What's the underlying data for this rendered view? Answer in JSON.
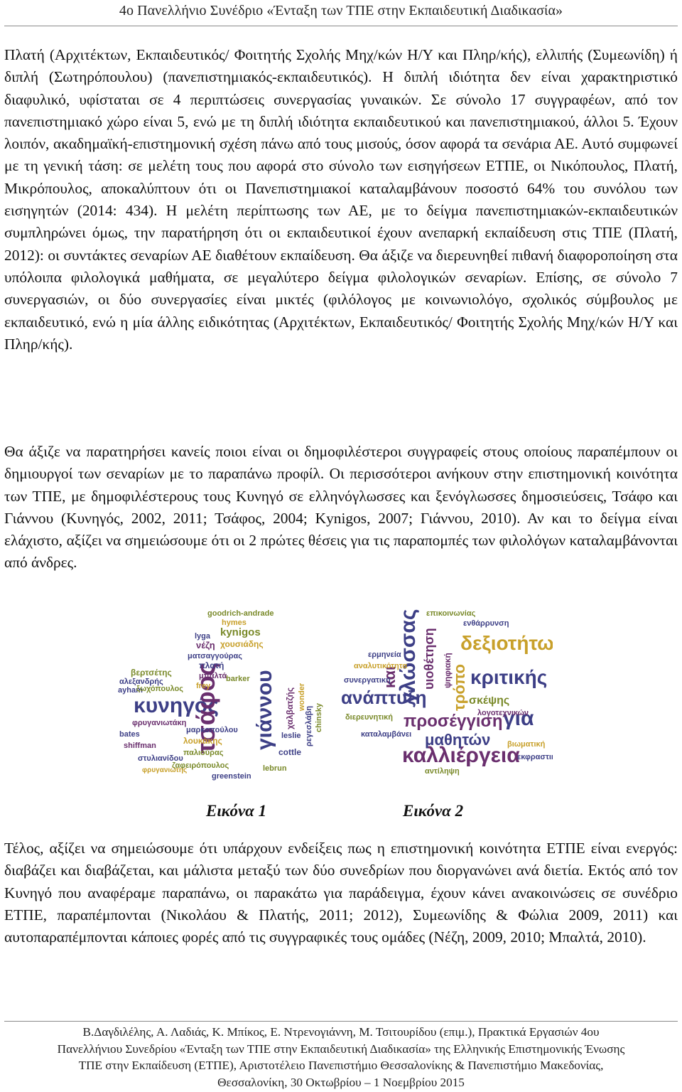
{
  "header": {
    "title": "4ο Πανελλήνιο Συνέδριο «Ένταξη των ΤΠΕ στην Εκπαιδευτική Διαδικασία»"
  },
  "paragraphs": [
    "Πλατή (Αρχιτέκτων, Εκπαιδευτικός/ Φοιτητής Σχολής Μηχ/κών Η/Υ και Πληρ/κής), ελλιπής (Συμεωνίδη) ή διπλή (Σωτηρόπουλου) (πανεπιστημιακός-εκπαιδευτικός). Η διπλή ιδιότητα δεν είναι χαρακτηριστικό διαφυλικό, υφίσταται σε 4 περιπτώσεις συνεργασίας γυναικών. Σε σύνολο 17 συγγραφέων, από τον πανεπιστημιακό χώρο είναι 5, ενώ με τη διπλή ιδιότητα εκπαιδευτικού και πανεπιστημιακού, άλλοι 5. Έχουν λοιπόν, ακαδημαϊκή-επιστημονική σχέση πάνω από τους μισούς, όσον αφορά τα σενάρια ΑΕ. Αυτό συμφωνεί με τη γενική τάση: σε μελέτη τους που αφορά στο σύνολο των εισηγήσεων ΕΤΠΕ, οι Νικόπουλος, Πλατή, Μικρόπουλος, αποκαλύπτουν ότι οι Πανεπιστημιακοί καταλαμβάνουν ποσοστό 64% του συνόλου των εισηγητών (2014: 434). Η μελέτη περίπτωσης των ΑΕ, με το δείγμα πανεπιστημιακών-εκπαιδευτικών συμπληρώνει όμως, την παρατήρηση ότι οι εκπαιδευτικοί έχουν ανεπαρκή εκπαίδευση στις ΤΠΕ (Πλατή, 2012): οι συντάκτες σεναρίων ΑΕ διαθέτουν εκπαίδευση. Θα άξιζε να διερευνηθεί πιθανή διαφοροποίηση στα υπόλοιπα φιλολογικά μαθήματα, σε μεγαλύτερο δείγμα φιλολογικών σεναρίων. Επίσης, σε σύνολο 7 συνεργασιών, οι δύο συνεργασίες είναι μικτές (φιλόλογος με κοινωνιολόγο, σχολικός σύμβουλος με εκπαιδευτικό, ενώ η μία άλλης ειδικότητας (Αρχιτέκτων, Εκπαιδευτικός/ Φοιτητής Σχολής Μηχ/κών Η/Υ και Πληρ/κής).",
    "Θα άξιζε να παρατηρήσει κανείς ποιοι είναι οι δημοφιλέστεροι συγγραφείς στους οποίους παραπέμπουν οι δημιουργοί των σεναρίων με το παραπάνω προφίλ. Οι περισσότεροι ανήκουν στην επιστημονική κοινότητα των ΤΠΕ, με δημοφιλέστερους τους Κυνηγό σε ελληνόγλωσσες και ξενόγλωσσες δημοσιεύσεις, Τσάφο και Γιάννου (Κυνηγός, 2002, 2011; Τσάφος, 2004; Kynigos, 2007; Γιάννου, 2010). Αν και το δείγμα είναι ελάχιστο, αξίζει να σημειώσουμε ότι οι 2 πρώτες θέσεις για τις παραπομπές των φιλολόγων καταλαμβάνονται από άνδρες.",
    "Τέλος, αξίζει να σημειώσουμε ότι υπάρχουν ενδείξεις πως η επιστημονική κοινότητα ΕΤΠΕ είναι ενεργός: διαβάζει και διαβάζεται, και μάλιστα μεταξύ των δύο συνεδρίων που διοργανώνει ανά διετία. Εκτός από τον Κυνηγό που αναφέραμε παραπάνω, οι παρακάτω για παράδειγμα, έχουν κάνει ανακοινώσεις σε συνέδριο ΕΤΠΕ, παραπέμπονται (Νικολάου & Πλατής, 2011; 2012), Συμεωνίδης & Φώλια 2009, 2011) και αυτοπαραπέμπονται κάποιες φορές από τις συγγραφικές τους ομάδες (Νέζη, 2009, 2010; Μπαλτά, 2010)."
  ],
  "figures": {
    "caption1": "Εικόνα 1",
    "caption2": "Εικόνα 2"
  },
  "cloud1_words": [
    {
      "t": "κυνηγός",
      "c": "#3d3f86"
    },
    {
      "t": "τσάφος",
      "c": "#6a2f6e"
    },
    {
      "t": "γιάννου",
      "c": "#3d3f86"
    },
    {
      "t": "goodrich-andrade",
      "c": "#7a8a2a"
    },
    {
      "t": "hymes",
      "c": "#c8a02a"
    },
    {
      "t": "kynigos",
      "c": "#7a8a2a"
    },
    {
      "t": "lyga",
      "c": "#3d3f86"
    },
    {
      "t": "νέζη",
      "c": "#6a2f6e"
    },
    {
      "t": "χουσιάδης",
      "c": "#c8a02a"
    },
    {
      "t": "ματσαγγούρας",
      "c": "#3d3f86"
    },
    {
      "t": "πλατή",
      "c": "#3d3f86"
    },
    {
      "t": "barker",
      "c": "#7a8a2a"
    },
    {
      "t": "μπαλτά",
      "c": "#6a2f6e"
    },
    {
      "t": "frey",
      "c": "#c8a02a"
    },
    {
      "t": "βερτσέτης",
      "c": "#7a8a2a"
    },
    {
      "t": "αλεξανδρής",
      "c": "#3d3f86"
    },
    {
      "t": "ayham",
      "c": "#3d3f86"
    },
    {
      "t": "ξωχόπουλος",
      "c": "#7a8a2a"
    },
    {
      "t": "φρυγανιωτάκη",
      "c": "#6a2f6e"
    },
    {
      "t": "μαρκοπούλου",
      "c": "#3d3f86"
    },
    {
      "t": "λουκάκης",
      "c": "#c8a02a"
    },
    {
      "t": "παλιούρας",
      "c": "#7a8a2a"
    },
    {
      "t": "bates",
      "c": "#3d3f86"
    },
    {
      "t": "shiffman",
      "c": "#6a2f6e"
    },
    {
      "t": "στυλιανίδου",
      "c": "#3d3f86"
    },
    {
      "t": "ζαφειρόπουλος",
      "c": "#7a8a2a"
    },
    {
      "t": "φρυγανιώτης",
      "c": "#c8a02a"
    },
    {
      "t": "greenstein",
      "c": "#3d3f86"
    },
    {
      "t": "leslie",
      "c": "#3d3f86"
    },
    {
      "t": "lebrun",
      "c": "#7a8a2a"
    },
    {
      "t": "cottle",
      "c": "#3d3f86"
    },
    {
      "t": "χαλβατζής",
      "c": "#6a2f6e"
    },
    {
      "t": "wonder",
      "c": "#c8a02a"
    },
    {
      "t": "chinsky",
      "c": "#7a8a2a"
    },
    {
      "t": "ρεγεσλάβη",
      "c": "#3d3f86"
    }
  ],
  "cloud2_words": [
    {
      "t": "ανάπτυξη",
      "c": "#3d3f86"
    },
    {
      "t": "καλλιέργεια",
      "c": "#6a2f6e"
    },
    {
      "t": "δεξιοτήτων",
      "c": "#c8a02a"
    },
    {
      "t": "κριτικής",
      "c": "#3d3f86"
    },
    {
      "t": "γλώσσας",
      "c": "#3d3f86"
    },
    {
      "t": "προσέγγιση",
      "c": "#6a2f6e"
    },
    {
      "t": "μαθητών",
      "c": "#3d3f86"
    },
    {
      "t": "σκέψης",
      "c": "#7a8a2a"
    },
    {
      "t": "τρόπο",
      "c": "#c8a02a"
    },
    {
      "t": "υιοθέτηση",
      "c": "#6a2f6e"
    },
    {
      "t": "για",
      "c": "#3d3f86"
    },
    {
      "t": "και",
      "c": "#6a2f6e"
    },
    {
      "t": "επικοινωνίας",
      "c": "#7a8a2a"
    },
    {
      "t": "ενθάρρυνση",
      "c": "#3d3f86"
    },
    {
      "t": "αναλυτικότητα",
      "c": "#c8a02a"
    },
    {
      "t": "καταλαμβάνει",
      "c": "#3d3f86"
    },
    {
      "t": "διερευνητική",
      "c": "#7a8a2a"
    },
    {
      "t": "συνεργατική",
      "c": "#3d3f86"
    },
    {
      "t": "βιωματική",
      "c": "#c8a02a"
    },
    {
      "t": "λογοτεχνικών",
      "c": "#6a2f6e"
    },
    {
      "t": "ερμηνεία",
      "c": "#3d3f86"
    },
    {
      "t": "αντίληψη",
      "c": "#7a8a2a"
    },
    {
      "t": "ψηφιακή",
      "c": "#6a2f6e"
    },
    {
      "t": "εκφραστικά",
      "c": "#3d3f86"
    }
  ],
  "footer": {
    "line1": "Β.Δαγδιλέλης, Α. Λαδιάς, Κ. Μπίκος, Ε. Ντρενογιάννη, Μ. Τσιτουρίδου (επιμ.), Πρακτικά Εργασιών 4ου",
    "line2": "Πανελλήνιου Συνεδρίου «Ένταξη των ΤΠΕ στην Εκπαιδευτική Διαδικασία» της Ελληνικής Επιστημονικής Ένωσης",
    "line3": "ΤΠΕ στην Εκπαίδευση (ΕΤΠΕ), Αριστοτέλειο Πανεπιστήμιο Θεσσαλονίκης & Πανεπιστήμιο Μακεδονίας,",
    "line4": "Θεσσαλονίκη, 30 Οκτωβρίου – 1 Νοεμβρίου 2015"
  }
}
